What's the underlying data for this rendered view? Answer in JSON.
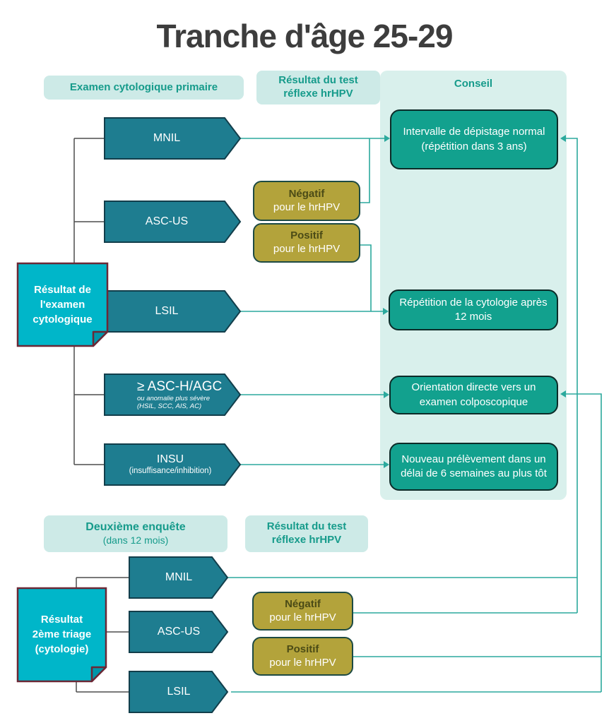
{
  "title": "Tranche d'âge 25-29",
  "colors": {
    "arrow_fill": "#1e7d90",
    "arrow_border": "#123e4b",
    "advice_fill": "#12a18e",
    "advice_border": "#0c2b28",
    "hpv_fill": "#b3a33b",
    "hpv_border": "#1d4a43",
    "note_fill": "#00b6c9",
    "note_border": "#6b2836",
    "header_bg": "#cdeae7",
    "panel_bg": "#d9f0ec",
    "teal_text": "#169b8b",
    "connector_teal": "#2ba99d",
    "connector_gray": "#4d4d4d"
  },
  "section1": {
    "header_primary": "Examen cytologique primaire",
    "header_reflex": "Résultat du test réflexe hrHPV",
    "header_conseil": "Conseil",
    "note": "Résultat de\nl'examen\ncytologique",
    "rows": {
      "mnil": "MNIL",
      "ascus": "ASC-US",
      "lsil": "LSIL",
      "asch": "≥ ASC-H/AGC",
      "asch_sub": "ou anomalie plus sévère (HSIL, SCC, AIS, AC)",
      "insu": "INSU",
      "insu_sub": "(insuffisance/inhibition)"
    },
    "hpv": {
      "negative_title": "Négatif",
      "negative_sub": "pour le hrHPV",
      "positive_title": "Positif",
      "positive_sub": "pour le hrHPV"
    },
    "advice": {
      "normal": "Intervalle de dépistage normal\n(répétition dans 3 ans)",
      "repeat": "Répétition de la cytologie après 12 mois",
      "colposcopy": "Orientation directe vers un examen colposcopique",
      "resample": "Nouveau prélèvement dans un délai de 6 semaines au plus tôt"
    }
  },
  "section2": {
    "header_survey": "Deuxième enquête",
    "header_survey_sub": "(dans 12 mois)",
    "header_reflex": "Résultat du test réflexe hrHPV",
    "note": "Résultat\n2ème triage\n(cytologie)",
    "rows": {
      "mnil": "MNIL",
      "ascus": "ASC-US",
      "lsil": "LSIL"
    },
    "hpv": {
      "negative_title": "Négatif",
      "negative_sub": "pour le hrHPV",
      "positive_title": "Positif",
      "positive_sub": "pour le hrHPV"
    }
  }
}
